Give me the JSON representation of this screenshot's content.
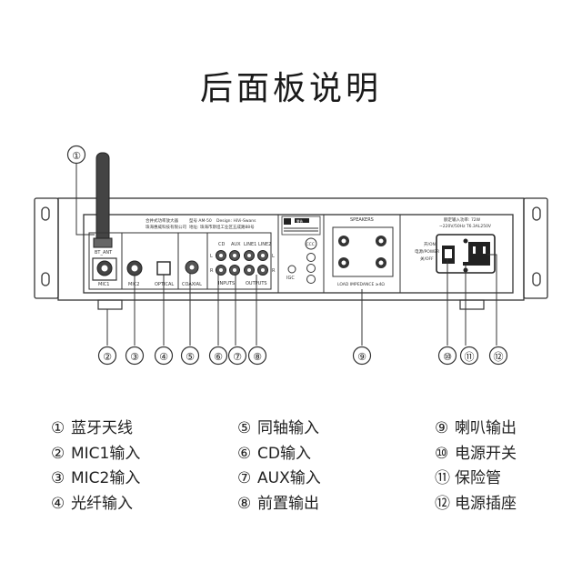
{
  "title": "后面板说明",
  "panel": {
    "antenna_label": "BT_ANT",
    "mic1": "MIC1",
    "mic2": "MIC2",
    "optical": "OPTICAL",
    "coaxial": "COAXIAL",
    "cd": "CD",
    "aux": "AUX",
    "line1": "LINE1",
    "line2": "LINE2",
    "inputs": "INPUTS",
    "outputs": "OUTPUTS",
    "l": "L",
    "r": "R",
    "info1": "合并式功率放大器",
    "info2": "珠海惠威科技有限公司",
    "model": "型号 AM-50",
    "design": "Design: HiVi-Swans",
    "address": "地址: 珠海市斯坦工业区五成路88号",
    "warning": "警告",
    "ccc": "CCC",
    "igc": "IGC",
    "speakers": "SPEAKERS",
    "load": "LOAD IMPEDANCE ≥4Ω",
    "power_rating": "额定输入功率: 72W",
    "voltage": "~220V/50Hz  T6.3AL250V",
    "on": "开/ON",
    "power": "电源/POWER",
    "off": "关/OFF"
  },
  "callouts": [
    "①",
    "②",
    "③",
    "④",
    "⑤",
    "⑥",
    "⑦",
    "⑧",
    "⑨",
    "⑩",
    "⑪",
    "⑫"
  ],
  "legend": {
    "col1": [
      {
        "mark": "①",
        "label": "蓝牙天线"
      },
      {
        "mark": "②",
        "label": "MIC1输入"
      },
      {
        "mark": "③",
        "label": "MIC2输入"
      },
      {
        "mark": "④",
        "label": "光纤输入"
      }
    ],
    "col2": [
      {
        "mark": "⑤",
        "label": "同轴输入"
      },
      {
        "mark": "⑥",
        "label": "CD输入"
      },
      {
        "mark": "⑦",
        "label": "AUX输入"
      },
      {
        "mark": "⑧",
        "label": "前置输出"
      }
    ],
    "col3": [
      {
        "mark": "⑨",
        "label": "喇叭输出"
      },
      {
        "mark": "⑩",
        "label": "电源开关"
      },
      {
        "mark": "⑪",
        "label": "保险管"
      },
      {
        "mark": "⑫",
        "label": "电源插座"
      }
    ]
  }
}
